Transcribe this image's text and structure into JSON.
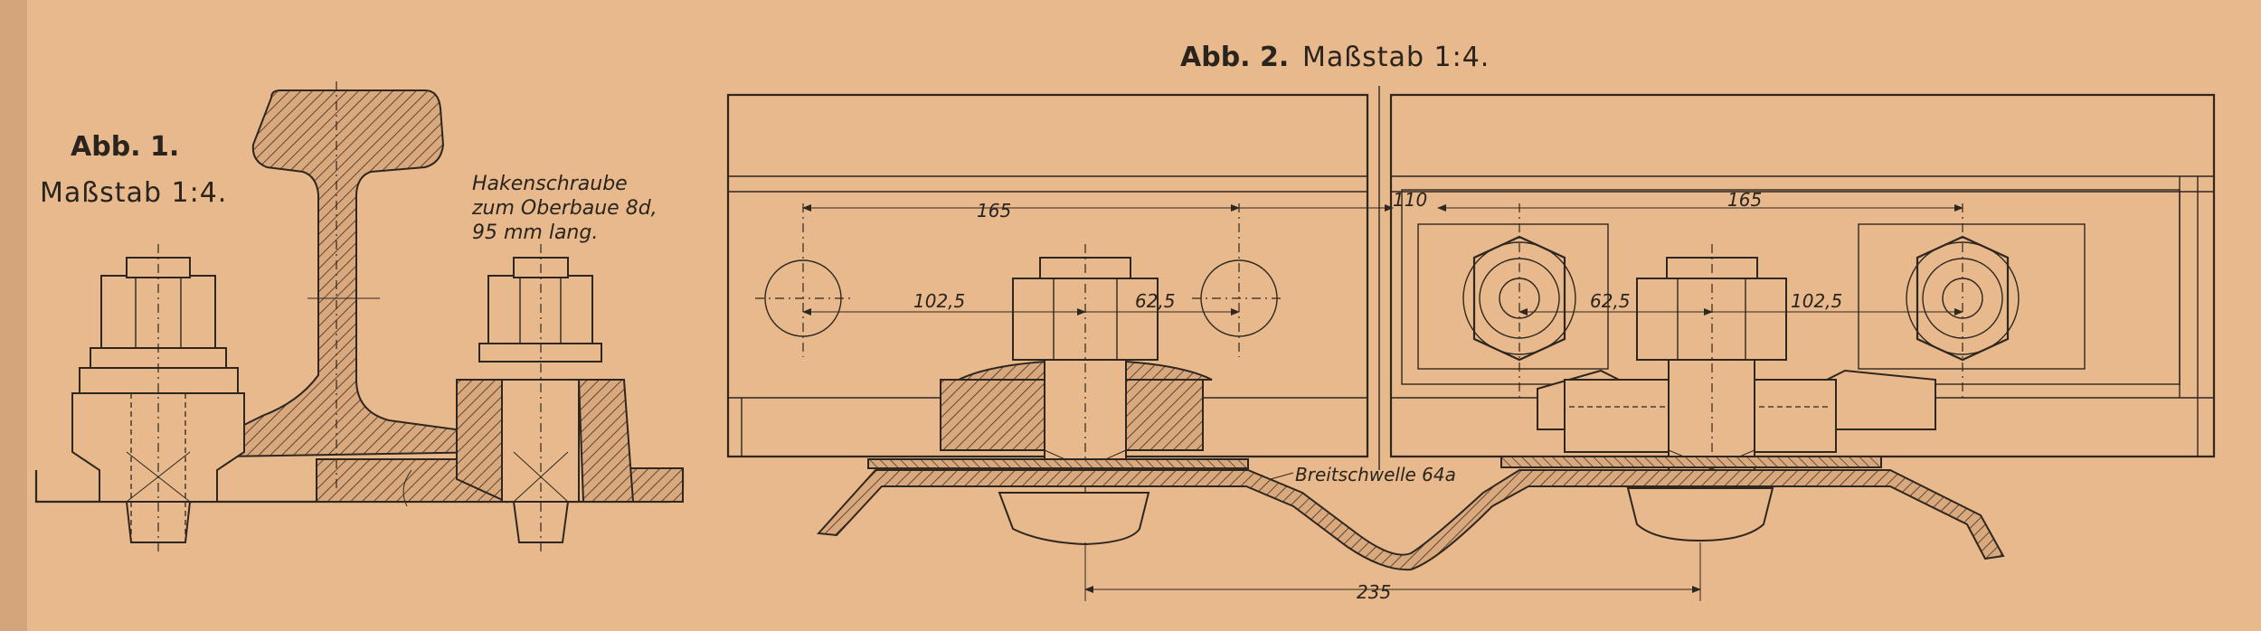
{
  "figure1": {
    "title": "Abb. 1.",
    "scale": "Maßstab 1:4.",
    "note_lines": [
      "Hakenschraube",
      "zum Oberbaue 8d,",
      "95 mm lang."
    ]
  },
  "figure2": {
    "title_bold": "Abb. 2.",
    "scale": "Maßstab 1:4.",
    "sleeper_label": "Breitschwelle 64a",
    "dimensions": {
      "d165_left": "165",
      "d110": "110",
      "d165_right": "165",
      "d102_5_left": "102,5",
      "d62_5_left": "62,5",
      "d62_5_right": "62,5",
      "d102_5_right": "102,5",
      "d235": "235"
    }
  },
  "colors": {
    "paper": "#e8b98c",
    "ink": "#2e2720"
  }
}
